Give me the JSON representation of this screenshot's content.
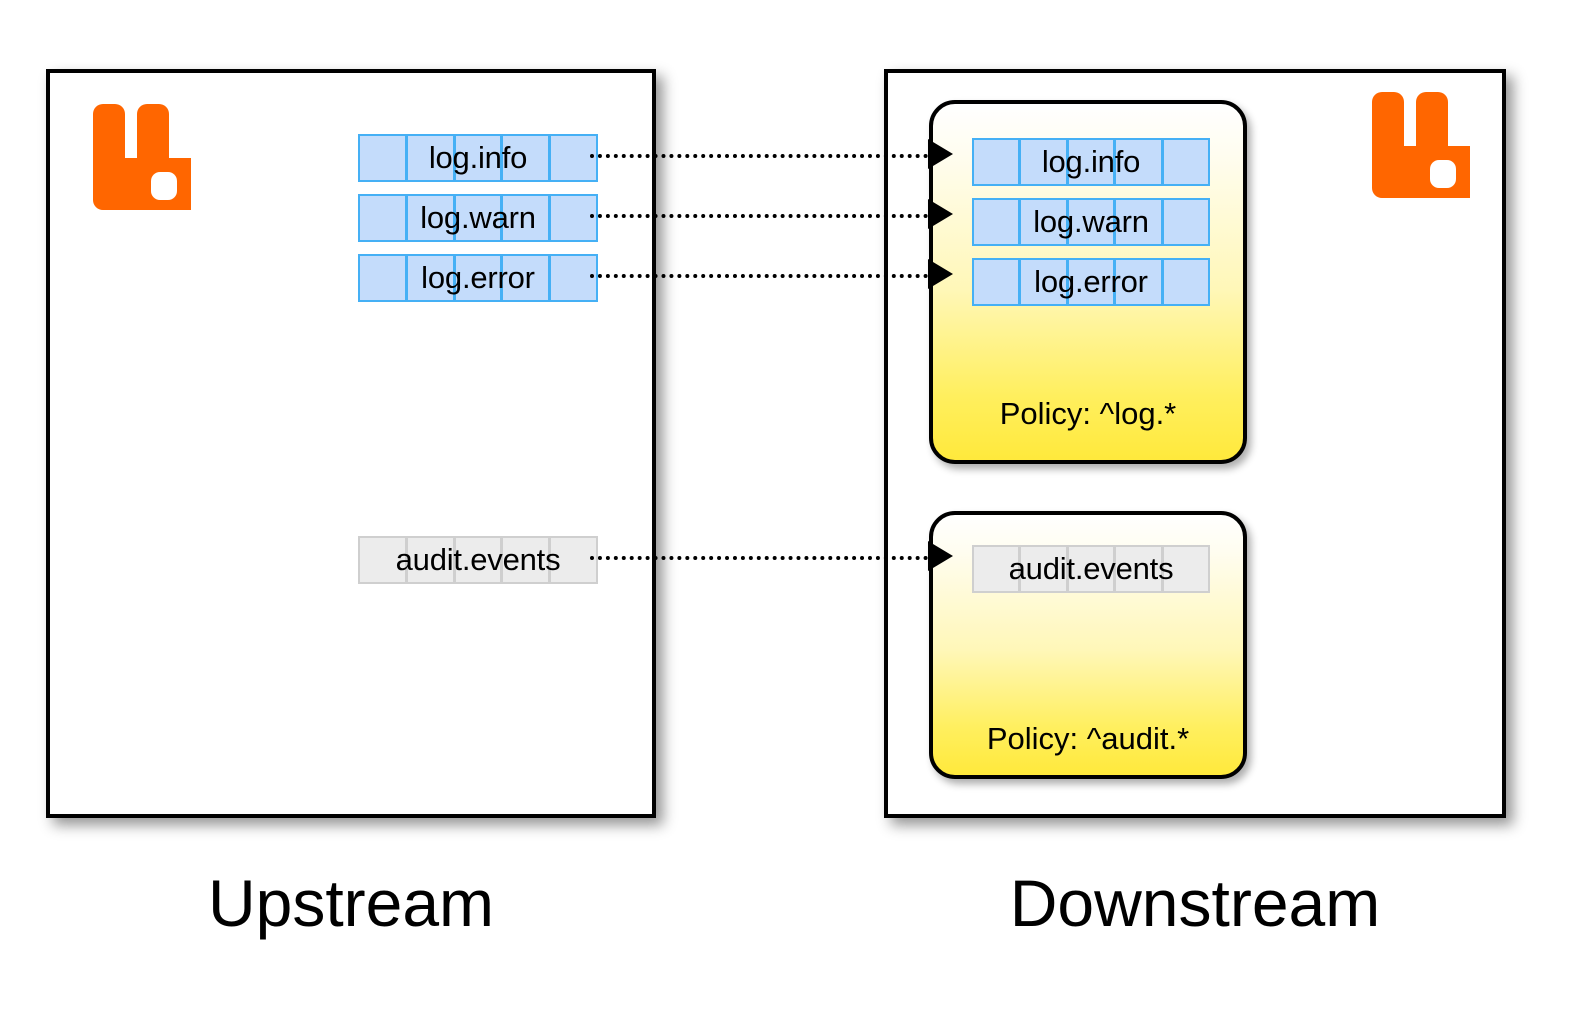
{
  "diagram": {
    "title": "RabbitMQ federation policy diagram",
    "colors": {
      "logo_orange": "#FF6600",
      "queue_blue_fill": "#C4DCFB",
      "queue_blue_border": "#45B0F5",
      "queue_grey_fill": "#ECECEC",
      "queue_grey_border": "#CFCFCF",
      "policy_yellow": "#FFE93C",
      "line_black": "#000000"
    }
  },
  "upstream": {
    "caption": "Upstream",
    "logo_name": "rabbitmq-logo",
    "queues": [
      {
        "name": "log.info",
        "style": "blue",
        "cells": 5
      },
      {
        "name": "log.warn",
        "style": "blue",
        "cells": 5
      },
      {
        "name": "log.error",
        "style": "blue",
        "cells": 5
      },
      {
        "name": "audit.events",
        "style": "grey",
        "cells": 5
      }
    ]
  },
  "downstream": {
    "caption": "Downstream",
    "logo_name": "rabbitmq-logo",
    "policies": [
      {
        "label": "Policy: ^log.*",
        "queues": [
          {
            "name": "log.info",
            "style": "blue",
            "cells": 5
          },
          {
            "name": "log.warn",
            "style": "blue",
            "cells": 5
          },
          {
            "name": "log.error",
            "style": "blue",
            "cells": 5
          }
        ]
      },
      {
        "label": "Policy: ^audit.*",
        "queues": [
          {
            "name": "audit.events",
            "style": "grey",
            "cells": 5
          }
        ]
      }
    ]
  },
  "links": [
    {
      "from": "log.info",
      "to": "log.info",
      "style": "dotted-arrow"
    },
    {
      "from": "log.warn",
      "to": "log.warn",
      "style": "dotted-arrow"
    },
    {
      "from": "log.error",
      "to": "log.error",
      "style": "dotted-arrow"
    },
    {
      "from": "audit.events",
      "to": "audit.events",
      "style": "dotted-arrow"
    }
  ]
}
